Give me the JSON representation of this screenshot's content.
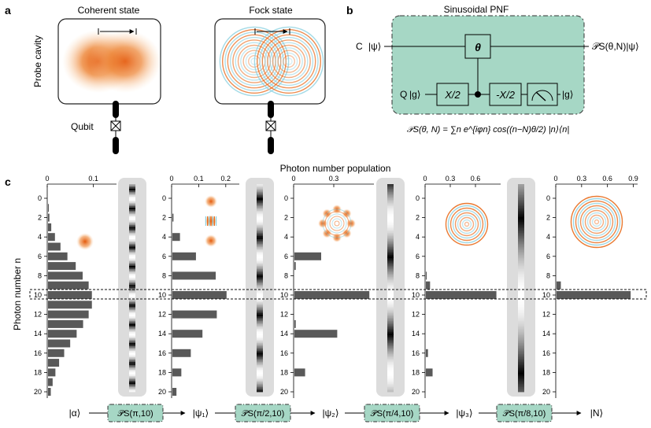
{
  "panels": {
    "a": {
      "label": "a",
      "coherent_title": "Coherent state",
      "fock_title": "Fock state",
      "cavity_label": "Probe cavity",
      "qubit_label": "Qubit"
    },
    "b": {
      "label": "b",
      "title": "Sinusoidal PNF",
      "c_label": "C",
      "c_in": "|ψ⟩",
      "c_out": "𝒫S(θ,N)|ψ⟩",
      "q_label": "Q",
      "q_in": "|g⟩",
      "q_out": "|g⟩",
      "theta_gate": "θ",
      "gate1": "X/2",
      "gate2": "-X/2",
      "formula": "𝒫S(θ, N) = ∑n e^{iφn} cos((n−N)θ/2) |n⟩⟨n|"
    },
    "c": {
      "label": "c",
      "top_axis_title": "Photon number population",
      "y_axis_title": "Photon number n",
      "y_ticks": [
        "0",
        "2",
        "4",
        "6",
        "8",
        "10",
        "12",
        "14",
        "16",
        "18",
        "20"
      ],
      "states": [
        "|α⟩",
        "|ψ₁⟩",
        "|ψ₂⟩",
        "|ψ₃⟩",
        "|N⟩"
      ],
      "filters": [
        "𝒫S(π,10)",
        "𝒫S(π/2,10)",
        "𝒫S(π/4,10)",
        "𝒫S(π/8,10)"
      ]
    }
  },
  "colors": {
    "teal_fill": "#a6d7c5",
    "bar": "#595959",
    "orange": "#e86a1a",
    "cyan": "#8ed1e0",
    "strip_bg": "#dcdcdc"
  },
  "chart_data": [
    {
      "type": "bar",
      "orientation": "horizontal",
      "state": "|α⟩",
      "categories": [
        0,
        1,
        2,
        3,
        4,
        5,
        6,
        7,
        8,
        9,
        10,
        11,
        12,
        13,
        14,
        15,
        16,
        17,
        18,
        19,
        20
      ],
      "values": [
        0,
        0.001,
        0.003,
        0.007,
        0.015,
        0.027,
        0.042,
        0.06,
        0.075,
        0.088,
        0.095,
        0.095,
        0.088,
        0.076,
        0.062,
        0.048,
        0.035,
        0.024,
        0.016,
        0.01,
        0.006
      ],
      "xticks": [
        "0",
        "0.1"
      ],
      "xlim": [
        0,
        0.15
      ]
    },
    {
      "type": "bar",
      "orientation": "horizontal",
      "state": "|ψ₁⟩",
      "categories": [
        0,
        1,
        2,
        3,
        4,
        5,
        6,
        7,
        8,
        9,
        10,
        11,
        12,
        13,
        14,
        15,
        16,
        17,
        18,
        19,
        20
      ],
      "values": [
        0,
        0,
        0.004,
        0,
        0.028,
        0,
        0.087,
        0,
        0.16,
        0,
        0.2,
        0,
        0.164,
        0,
        0.111,
        0,
        0.068,
        0,
        0.033,
        0,
        0.015
      ],
      "xticks": [
        "0",
        "0.1",
        "0.2"
      ],
      "xlim": [
        0,
        0.25
      ]
    },
    {
      "type": "bar",
      "orientation": "horizontal",
      "state": "|ψ₂⟩",
      "categories": [
        0,
        1,
        2,
        3,
        4,
        5,
        6,
        7,
        8,
        9,
        10,
        11,
        12,
        13,
        14,
        15,
        16,
        17,
        18,
        19,
        20
      ],
      "values": [
        0,
        0,
        0,
        0,
        0,
        0,
        0.2,
        0.01,
        0,
        0,
        0.56,
        0,
        0,
        0.01,
        0.32,
        0,
        0,
        0,
        0.08,
        0,
        0
      ],
      "xticks": [
        "0",
        "0.3"
      ],
      "xlim": [
        0,
        0.6
      ]
    },
    {
      "type": "bar",
      "orientation": "horizontal",
      "state": "|ψ₃⟩",
      "categories": [
        0,
        1,
        2,
        3,
        4,
        5,
        6,
        7,
        8,
        9,
        10,
        11,
        12,
        13,
        14,
        15,
        16,
        17,
        18,
        19,
        20
      ],
      "values": [
        0,
        0,
        0,
        0,
        0,
        0,
        0,
        0,
        0.01,
        0.05,
        0.84,
        0,
        0,
        0,
        0,
        0,
        0.025,
        0,
        0.08,
        0,
        0
      ],
      "xticks": [
        "0",
        "0.3",
        "0.6"
      ],
      "xlim": [
        0,
        0.9
      ]
    },
    {
      "type": "bar",
      "orientation": "horizontal",
      "state": "|N⟩",
      "categories": [
        0,
        1,
        2,
        3,
        4,
        5,
        6,
        7,
        8,
        9,
        10,
        11,
        12,
        13,
        14,
        15,
        16,
        17,
        18,
        19,
        20
      ],
      "values": [
        0,
        0,
        0,
        0,
        0,
        0,
        0,
        0,
        0,
        0.05,
        0.86,
        0,
        0,
        0,
        0,
        0,
        0,
        0,
        0,
        0,
        0
      ],
      "xticks": [
        "0",
        "0.3",
        "0.6",
        "0.9"
      ],
      "xlim": [
        0,
        0.95
      ]
    }
  ]
}
